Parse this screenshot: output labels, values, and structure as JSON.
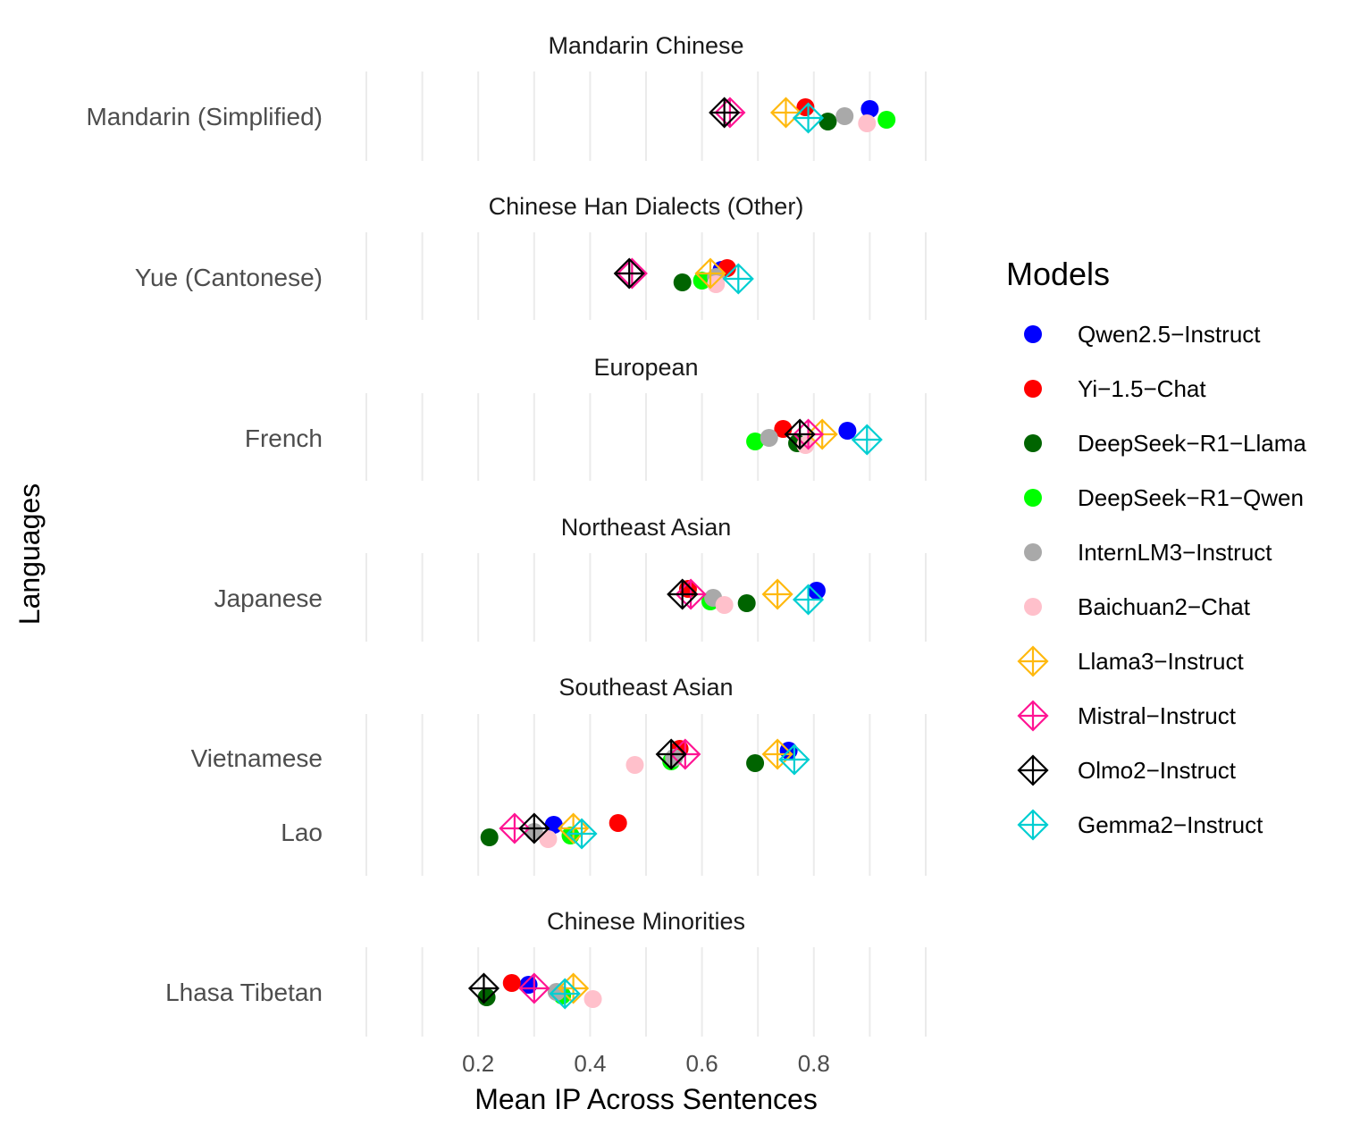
{
  "chart_data": {
    "type": "scatter",
    "xlabel": "Mean IP Across Sentences",
    "ylabel": "Languages",
    "xlim": [
      0.0,
      1.0
    ],
    "x_ticks": [
      "0.2",
      "0.4",
      "0.6",
      "0.8"
    ],
    "x_tick_values": [
      0.2,
      0.4,
      0.6,
      0.8
    ],
    "grid": true,
    "legend": {
      "title": "Models",
      "position": "right",
      "entries": [
        {
          "name": "Qwen2.5−Instruct",
          "color": "#0000ff",
          "shape": "circle"
        },
        {
          "name": "Yi−1.5−Chat",
          "color": "#ff0000",
          "shape": "circle"
        },
        {
          "name": "DeepSeek−R1−Llama",
          "color": "#006400",
          "shape": "circle"
        },
        {
          "name": "DeepSeek−R1−Qwen",
          "color": "#00ff00",
          "shape": "circle"
        },
        {
          "name": "InternLM3−Instruct",
          "color": "#a9a9a9",
          "shape": "circle"
        },
        {
          "name": "Baichuan2−Chat",
          "color": "#ffc0cb",
          "shape": "circle"
        },
        {
          "name": "Llama3−Instruct",
          "color": "#ffb90f",
          "shape": "diamond-plus"
        },
        {
          "name": "Mistral−Instruct",
          "color": "#ff1493",
          "shape": "diamond-plus"
        },
        {
          "name": "Olmo2−Instruct",
          "color": "#000000",
          "shape": "diamond-plus"
        },
        {
          "name": "Gemma2−Instruct",
          "color": "#00ced1",
          "shape": "diamond-plus"
        }
      ]
    },
    "facets": [
      {
        "title": "Mandarin Chinese",
        "languages": [
          {
            "name": "Mandarin (Simplified)",
            "values": [
              0.9,
              0.785,
              0.825,
              0.93,
              0.855,
              0.895,
              0.75,
              0.65,
              0.64,
              0.79
            ]
          }
        ]
      },
      {
        "title": "Chinese Han Dialects (Other)",
        "languages": [
          {
            "name": "Yue (Cantonese)",
            "values": [
              0.635,
              0.645,
              0.565,
              0.6,
              0.625,
              0.625,
              0.615,
              0.475,
              0.47,
              0.665
            ]
          }
        ]
      },
      {
        "title": "European",
        "languages": [
          {
            "name": "French",
            "values": [
              0.86,
              0.745,
              0.77,
              0.695,
              0.72,
              0.785,
              0.815,
              0.79,
              0.775,
              0.895
            ]
          }
        ]
      },
      {
        "title": "Northeast Asian",
        "languages": [
          {
            "name": "Japanese",
            "values": [
              0.805,
              0.575,
              0.68,
              0.615,
              0.62,
              0.64,
              0.735,
              0.58,
              0.565,
              0.79
            ]
          }
        ]
      },
      {
        "title": "Southeast Asian",
        "languages": [
          {
            "name": "Vietnamese",
            "values": [
              0.755,
              0.56,
              0.695,
              0.545,
              0.55,
              0.48,
              0.735,
              0.57,
              0.545,
              0.765
            ]
          },
          {
            "name": "Lao",
            "values": [
              0.335,
              0.45,
              0.22,
              0.365,
              0.3,
              0.325,
              0.37,
              0.265,
              0.3,
              0.385
            ]
          }
        ]
      },
      {
        "title": "Chinese Minorities",
        "languages": [
          {
            "name": "Lhasa Tibetan",
            "values": [
              0.29,
              0.26,
              0.215,
              0.35,
              0.34,
              0.405,
              0.37,
              0.3,
              0.21,
              0.355
            ]
          }
        ]
      }
    ]
  }
}
